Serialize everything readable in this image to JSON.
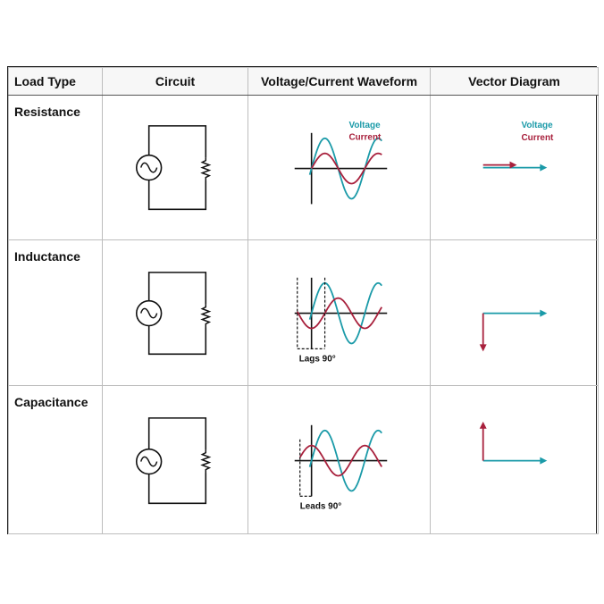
{
  "header": {
    "load_type": "Load Type",
    "circuit": "Circuit",
    "waveform": "Voltage/Current Waveform",
    "vector": "Vector Diagram"
  },
  "legend": {
    "voltage": "Voltage",
    "current": "Current"
  },
  "colors": {
    "voltage": "#1a9aa8",
    "current": "#a8203c"
  },
  "rows": [
    {
      "label": "Resistance",
      "phase_note": "",
      "current_phase_deg": 0
    },
    {
      "label": "Inductance",
      "phase_note": "Lags 90°",
      "current_phase_deg": -90
    },
    {
      "label": "Capacitance",
      "phase_note": "Leads 90°",
      "current_phase_deg": 90
    }
  ],
  "icons": {
    "source": "ac-source-icon",
    "load": "resistor-icon"
  }
}
